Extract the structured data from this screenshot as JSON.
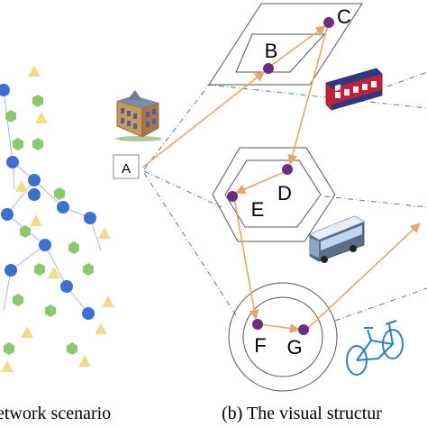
{
  "nodes": [
    {
      "id": "A",
      "label": "A"
    },
    {
      "id": "B",
      "label": "B"
    },
    {
      "id": "C",
      "label": "C"
    },
    {
      "id": "D",
      "label": "D"
    },
    {
      "id": "E",
      "label": "E"
    },
    {
      "id": "F",
      "label": "F"
    },
    {
      "id": "G",
      "label": "G"
    }
  ],
  "captions": {
    "left": "etwork scenario",
    "right": "(b) The visual structur"
  },
  "colors": {
    "arrow": "#E8A46A",
    "node": "#6B2C82",
    "dashed": "#4A7FB0",
    "shape_stroke": "#555555",
    "network_blue": "#3B6FD0",
    "network_green": "#8CC96A",
    "network_yellow": "#F2DC8C",
    "network_edge": "#A8B8D8"
  },
  "icons": [
    "building-icon",
    "train-icon",
    "bus-icon",
    "bicycle-icon"
  ]
}
